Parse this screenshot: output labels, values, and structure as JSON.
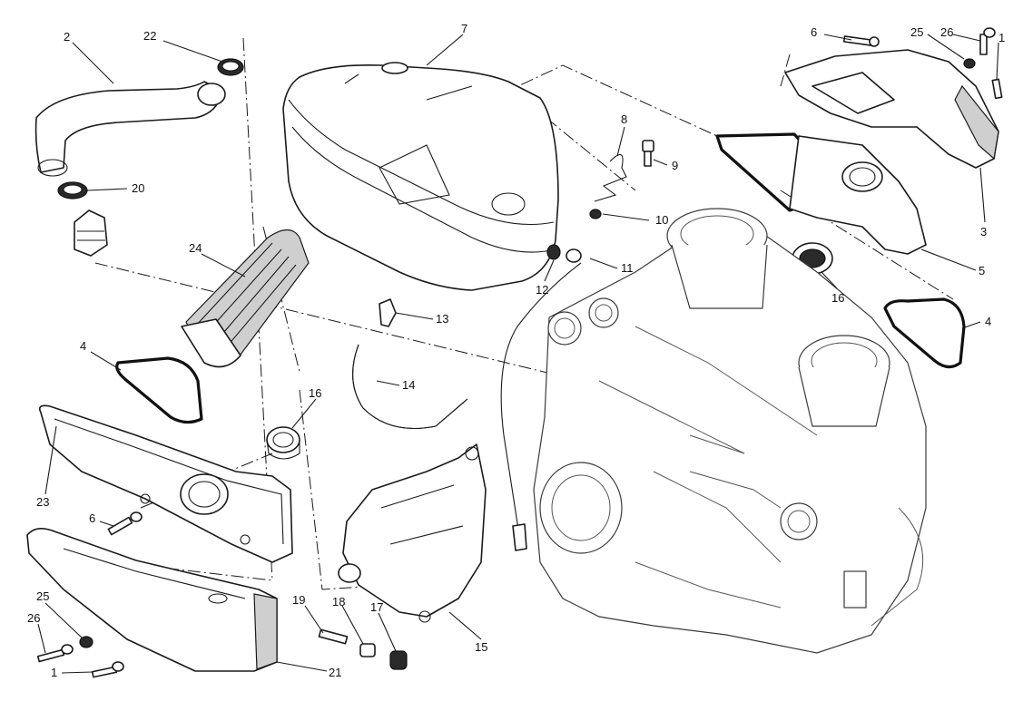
{
  "callouts": [
    {
      "id": "c2a",
      "label": "2"
    },
    {
      "id": "c22",
      "label": "22"
    },
    {
      "id": "c7",
      "label": "7"
    },
    {
      "id": "c6a",
      "label": "6"
    },
    {
      "id": "c25a",
      "label": "25"
    },
    {
      "id": "c26a",
      "label": "26"
    },
    {
      "id": "c1a",
      "label": "1"
    },
    {
      "id": "c20",
      "label": "20"
    },
    {
      "id": "c8",
      "label": "8"
    },
    {
      "id": "c9",
      "label": "9"
    },
    {
      "id": "c10",
      "label": "10"
    },
    {
      "id": "c3",
      "label": "3"
    },
    {
      "id": "c24",
      "label": "24"
    },
    {
      "id": "c11",
      "label": "11"
    },
    {
      "id": "c12",
      "label": "12"
    },
    {
      "id": "c5",
      "label": "5"
    },
    {
      "id": "c16a",
      "label": "16"
    },
    {
      "id": "c13",
      "label": "13"
    },
    {
      "id": "c4a",
      "label": "4"
    },
    {
      "id": "c4b",
      "label": "4"
    },
    {
      "id": "c14",
      "label": "14"
    },
    {
      "id": "c16b",
      "label": "16"
    },
    {
      "id": "c23",
      "label": "23"
    },
    {
      "id": "c6b",
      "label": "6"
    },
    {
      "id": "c25b",
      "label": "25"
    },
    {
      "id": "c26b",
      "label": "26"
    },
    {
      "id": "c19",
      "label": "19"
    },
    {
      "id": "c18",
      "label": "18"
    },
    {
      "id": "c17",
      "label": "17"
    },
    {
      "id": "c15",
      "label": "15"
    },
    {
      "id": "c21",
      "label": "21"
    },
    {
      "id": "c1b",
      "label": "1"
    }
  ]
}
